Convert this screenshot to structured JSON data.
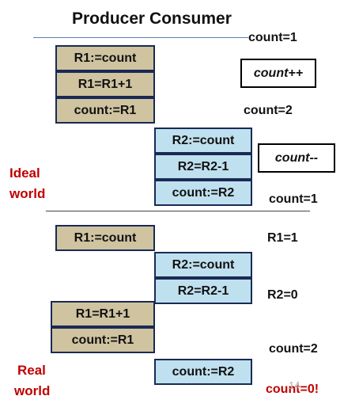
{
  "header": {
    "title": "Producer Consumer"
  },
  "ideal": {
    "label_line1": "Ideal",
    "label_line2": "world",
    "producer_steps": [
      "R1:=count",
      "R1=R1+1",
      "count:=R1"
    ],
    "consumer_steps": [
      "R2:=count",
      "R2=R2-1",
      "count:=R2"
    ],
    "op_increment": "count++",
    "op_decrement": "count--",
    "notes": [
      "count=1",
      "count=2",
      "count=1"
    ]
  },
  "real": {
    "label_line1": "Real",
    "label_line2": "world",
    "producer_read": "R1:=count",
    "consumer_steps": [
      "R2:=count",
      "R2=R2-1"
    ],
    "producer_steps": [
      "R1=R1+1",
      "count:=R1"
    ],
    "consumer_write": "count:=R2",
    "notes": [
      "R1=1",
      "R2=0",
      "count=2"
    ],
    "result": "count=0!"
  },
  "page_number": "14",
  "colors": {
    "producer_fill": "#cfc3a0",
    "consumer_fill": "#bfe0ee",
    "box_border": "#1a2a55",
    "highlight_red": "#c00000",
    "top_rule": "#5b7fb8"
  }
}
